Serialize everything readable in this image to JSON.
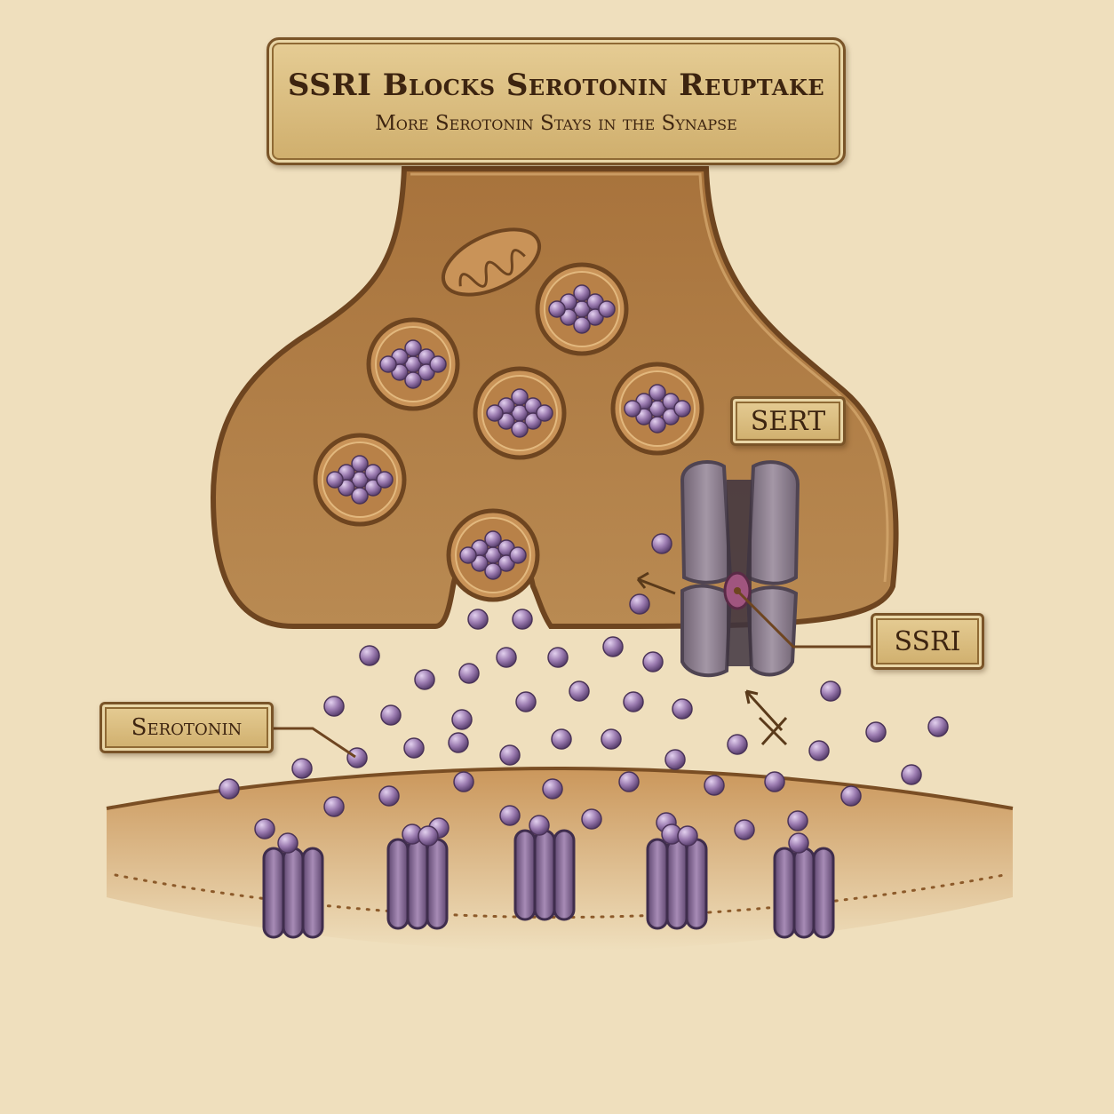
{
  "diagram": {
    "title": "SSRI Blocks Serotonin Reuptake",
    "subtitle": "More Serotonin Stays in the Synapse",
    "labels": {
      "sert": "SERT",
      "ssri": "SSRI",
      "serotonin": "Serotonin"
    },
    "colors": {
      "background": "#efdfbd",
      "terminal": "#b07a42",
      "terminal_outline": "#6e4520",
      "serotonin": "#9b7bb0",
      "receptor": "#8a7096",
      "transporter": "#8c7f8e",
      "ssri_drug": "#a0557f"
    }
  }
}
